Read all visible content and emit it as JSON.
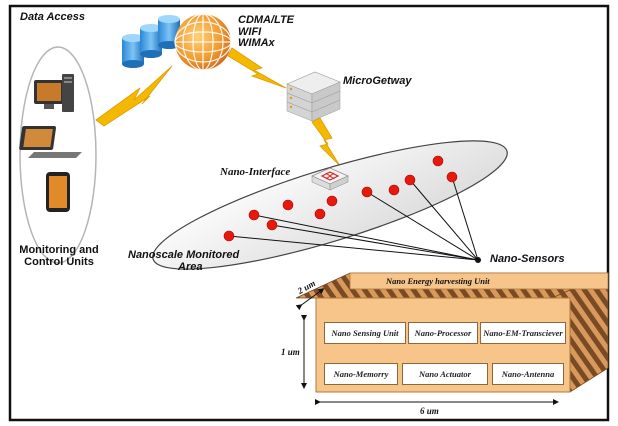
{
  "labels": {
    "data_access": "Data Access",
    "network": [
      "CDMA/LTE",
      "WIFI",
      "WIMAx"
    ],
    "gateway": "MicroGetway",
    "nano_interface": "Nano-Interface",
    "monitoring": [
      "Monitoring and",
      "Control Units"
    ],
    "area": [
      "Nanoscale Monitored",
      "Area"
    ],
    "nano_sensors": "Nano-Sensors"
  },
  "nano_device": {
    "top_label": "Nano Energy harvesting Unit",
    "units_row1": [
      "Nano Sensing Unit",
      "Nano-Processor",
      "Nano-EM-Transciever"
    ],
    "units_row2": [
      "Nano-Memorry",
      "Nano Actuator",
      "Nano-Antenna"
    ],
    "dims": {
      "depth": "2 um",
      "height": "1 um",
      "width": "6 um"
    }
  },
  "colors": {
    "lightning": "#f5b800",
    "sensor": "#e8180c",
    "device_face": "#f7c48a",
    "device_stripe_dark": "#7a4a24",
    "device_stripe_light": "#d89a5c"
  },
  "icons": [
    "database-icon",
    "globe-icon",
    "server-icon",
    "desktop-icon",
    "laptop-icon",
    "tablet-icon",
    "router-icon"
  ]
}
